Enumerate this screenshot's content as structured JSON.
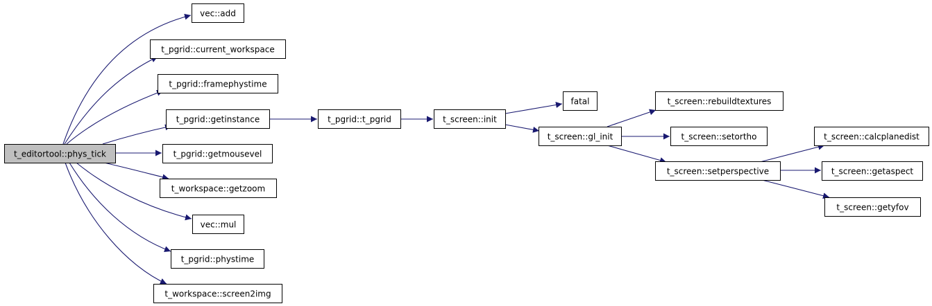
{
  "colors": {
    "edge": "#191970",
    "root_fill": "#bfbfbf",
    "node_fill": "#ffffff",
    "node_border": "#000000"
  },
  "nodes": {
    "phys_tick": "t_editortool::phys_tick",
    "vec_add": "vec::add",
    "current_workspace": "t_pgrid::current_workspace",
    "framephystime": "t_pgrid::framephystime",
    "getinstance": "t_pgrid::getinstance",
    "getmousevel": "t_pgrid::getmousevel",
    "getzoom": "t_workspace::getzoom",
    "vec_mul": "vec::mul",
    "physime": "t_pgrid::phystime",
    "screen2img": "t_workspace::screen2img",
    "t_pgrid_ctor": "t_pgrid::t_pgrid",
    "screen_init": "t_screen::init",
    "fatal": "fatal",
    "gl_init": "t_screen::gl_init",
    "rebuildtextures": "t_screen::rebuildtextures",
    "setortho": "t_screen::setortho",
    "setperspective": "t_screen::setperspective",
    "calcplanedist": "t_screen::calcplanedist",
    "getaspect": "t_screen::getaspect",
    "getyfov": "t_screen::getyfov"
  },
  "edges": [
    [
      "phys_tick",
      "vec_add"
    ],
    [
      "phys_tick",
      "current_workspace"
    ],
    [
      "phys_tick",
      "framephystime"
    ],
    [
      "phys_tick",
      "getinstance"
    ],
    [
      "phys_tick",
      "getmousevel"
    ],
    [
      "phys_tick",
      "getzoom"
    ],
    [
      "phys_tick",
      "vec_mul"
    ],
    [
      "phys_tick",
      "physime"
    ],
    [
      "phys_tick",
      "screen2img"
    ],
    [
      "getinstance",
      "t_pgrid_ctor"
    ],
    [
      "t_pgrid_ctor",
      "screen_init"
    ],
    [
      "screen_init",
      "fatal"
    ],
    [
      "screen_init",
      "gl_init"
    ],
    [
      "gl_init",
      "rebuildtextures"
    ],
    [
      "gl_init",
      "setortho"
    ],
    [
      "gl_init",
      "setperspective"
    ],
    [
      "setperspective",
      "calcplanedist"
    ],
    [
      "setperspective",
      "getaspect"
    ],
    [
      "setperspective",
      "getyfov"
    ]
  ]
}
